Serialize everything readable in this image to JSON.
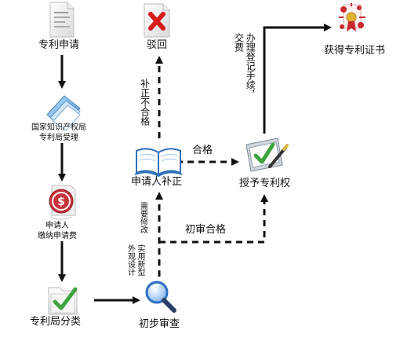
{
  "nodes": {
    "apply": "专利申请",
    "accept": [
      "国家知识产权局",
      "专利局受理"
    ],
    "fee": [
      "申请人",
      "缴纳申请费"
    ],
    "classify": "专利局分类",
    "exam": "初步审查",
    "supplement": "申请人补正",
    "reject": "驳回",
    "grant": "授予专利权",
    "certificate": "获得专利证书"
  },
  "edges": {
    "fail_supplement": "补正不合格",
    "qualified": "合格",
    "prelim_ok": "初审合格",
    "need_modify": "需要修改",
    "utility_design": [
      "实用新型",
      "外观设计"
    ],
    "register_fee": [
      "办理登记手续，",
      "交费"
    ]
  },
  "icons": {
    "apply": "document-icon",
    "accept": "folder-stack-icon",
    "fee": "money-icon",
    "classify": "folder-check-icon",
    "exam": "magnifier-icon",
    "supplement": "open-book-icon",
    "reject": "reject-document-icon",
    "grant": "approval-checklist-icon",
    "certificate": "certificate-icon"
  },
  "colors": {
    "reject_red": "#d81b1b",
    "check_green": "#3fa33f",
    "money_red": "#c8323c",
    "magnifier_blue": "#2f6fc4",
    "book_blue": "#2e6fb8"
  }
}
